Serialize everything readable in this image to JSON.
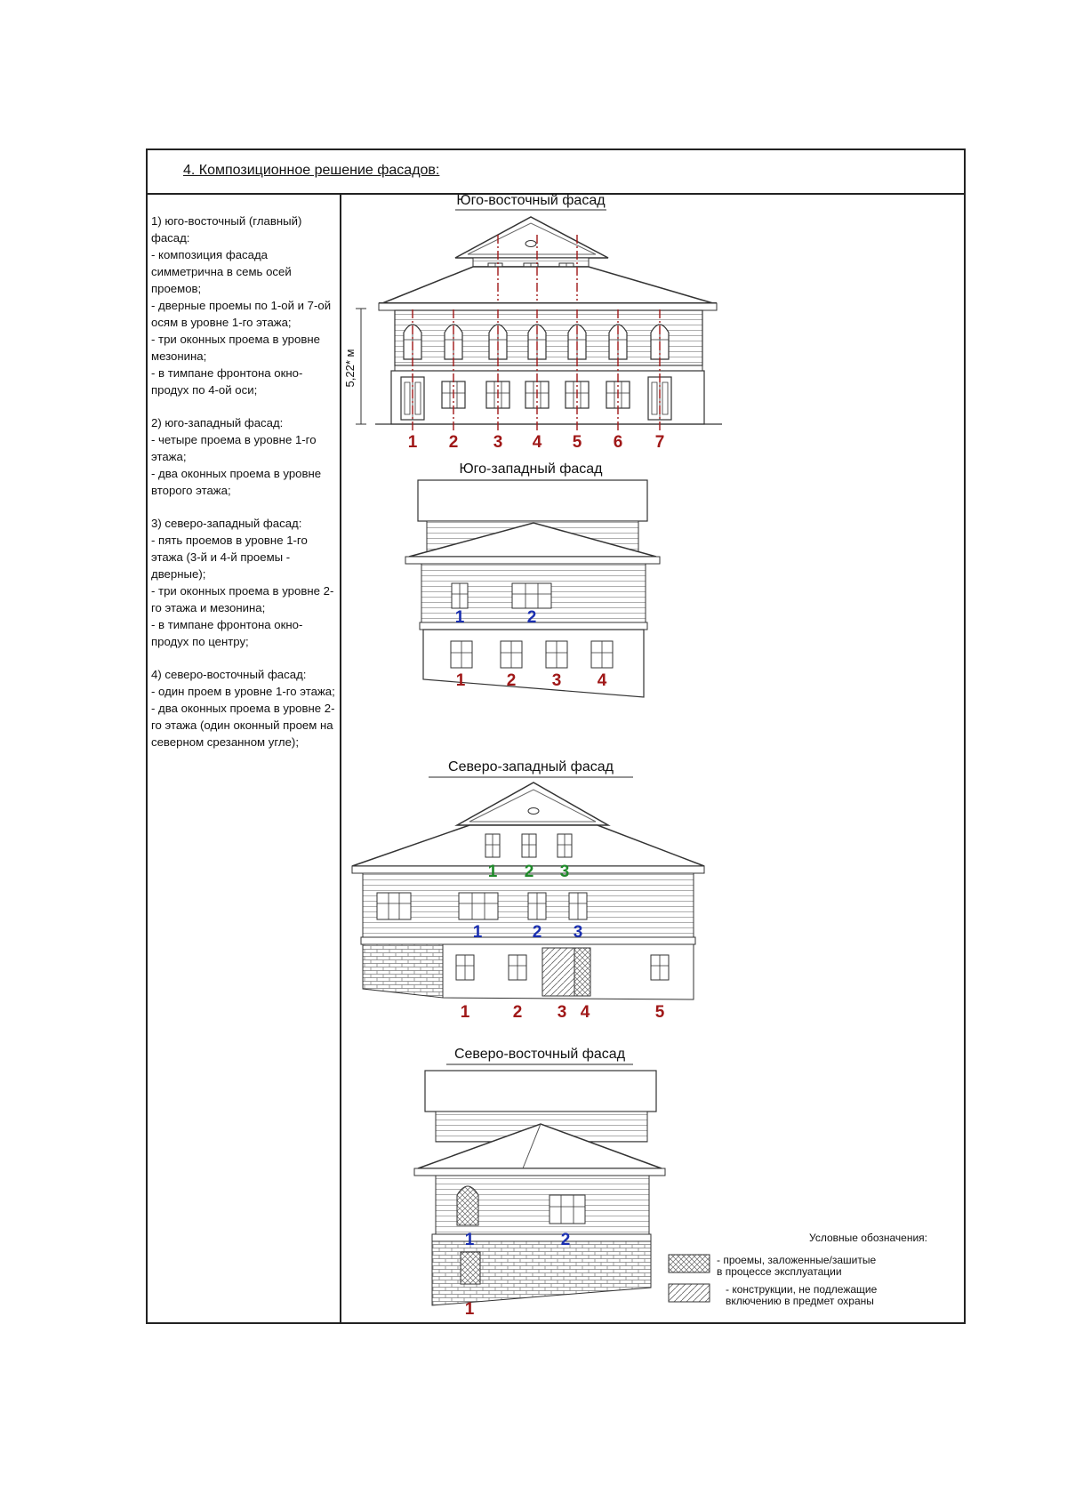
{
  "header": {
    "title": "4. Композиционное решение фасадов:"
  },
  "sections": [
    {
      "heading": "1) юго-восточный (главный) фасад:",
      "items": [
        "- композиция фасада симметрична в семь осей проемов;",
        "- дверные проемы по 1-ой и 7-ой осям в уровне 1-го этажа;",
        "- три оконных проема в уровне мезонина;",
        "- в тимпане фронтона окно-продух по 4-ой оси;"
      ]
    },
    {
      "heading": "2) юго-западный фасад:",
      "items": [
        "- четыре проема в уровне 1-го этажа;",
        "- два оконных проема в уровне второго этажа;"
      ]
    },
    {
      "heading": "3) северо-западный фасад:",
      "items": [
        "- пять проемов в уровне 1-го этажа (3-й и 4-й проемы - дверные);",
        "- три оконных проема в уровне 2-го этажа и мезонина;",
        "- в тимпане фронтона окно-продух по центру;"
      ]
    },
    {
      "heading": "4) северо-восточный фасад:",
      "items": [
        "- один проем в уровне 1-го этажа;",
        "- два оконных проема в уровне 2-го этажа (один оконный проем на северном срезанном угле);"
      ]
    }
  ],
  "facades": {
    "se": {
      "title": "Юго-восточный фасад",
      "dimension": "5,22* м",
      "axes": [
        "1",
        "2",
        "3",
        "4",
        "5",
        "6",
        "7"
      ]
    },
    "sw": {
      "title": "Юго-западный фасад",
      "floor2": [
        "1",
        "2"
      ],
      "floor1": [
        "1",
        "2",
        "3",
        "4"
      ]
    },
    "nw": {
      "title": "Северо-западный фасад",
      "mezzanine": [
        "1",
        "2",
        "3"
      ],
      "floor2": [
        "1",
        "2",
        "3"
      ],
      "floor1": [
        "1",
        "2",
        "3",
        "4",
        "5"
      ]
    },
    "ne": {
      "title": "Северо-восточный фасад",
      "floor2": [
        "1",
        "2"
      ],
      "floor1": [
        "1"
      ]
    }
  },
  "legend": {
    "title": "Условные обозначения:",
    "items": [
      {
        "text1": "- проемы, заложенные/зашитые",
        "text2": "в процессе эксплуатации",
        "pattern": "crosshatch"
      },
      {
        "text1": "- конструкции, не подлежащие",
        "text2": "включению в предмет охраны",
        "pattern": "diagonal"
      }
    ]
  },
  "colors": {
    "axis_red": "#a01818",
    "number_blue": "#1a2fb0",
    "number_green": "#1f8a2a"
  }
}
